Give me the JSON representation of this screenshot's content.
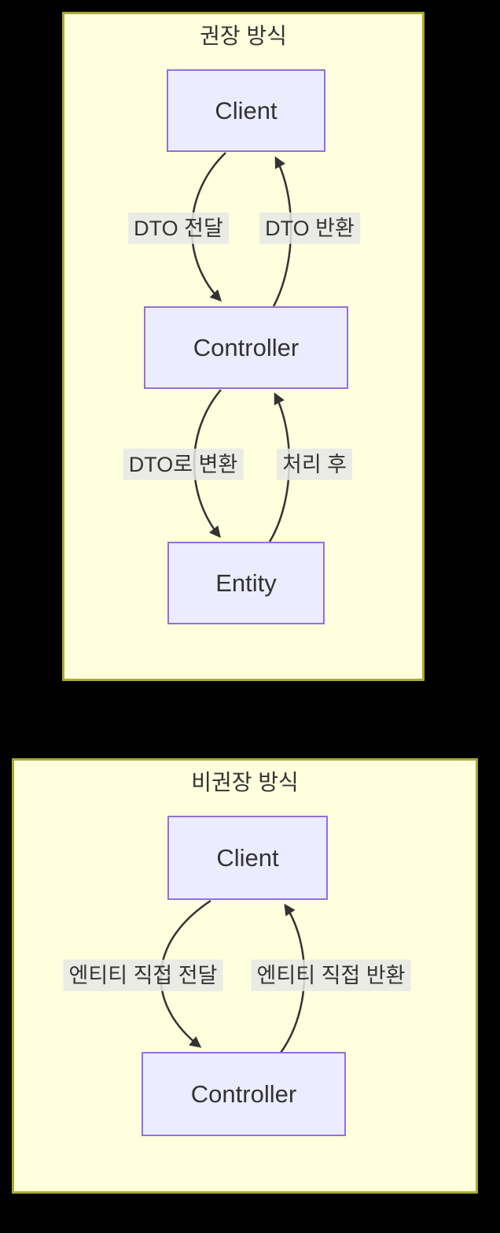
{
  "diagram": {
    "type": "flowchart",
    "colors": {
      "canvas_bg": "#000000",
      "cluster_fill": "#ffffde",
      "cluster_border": "#aaaa33",
      "node_fill": "#ececff",
      "node_border": "#9370db",
      "edge_line": "#333333",
      "edge_label_bg": "#e8e8e8",
      "text": "#333333"
    },
    "clusters": [
      {
        "title": "권장 방식",
        "nodes": [
          {
            "id": "client",
            "label": "Client"
          },
          {
            "id": "controller",
            "label": "Controller"
          },
          {
            "id": "entity",
            "label": "Entity"
          }
        ],
        "edges": [
          {
            "from": "Client",
            "to": "Controller",
            "label": "DTO 전달"
          },
          {
            "from": "Controller",
            "to": "Client",
            "label": "DTO 반환"
          },
          {
            "from": "Controller",
            "to": "Entity",
            "label": "DTO로 변환"
          },
          {
            "from": "Entity",
            "to": "Controller",
            "label": "처리 후"
          }
        ]
      },
      {
        "title": "비권장 방식",
        "nodes": [
          {
            "id": "client",
            "label": "Client"
          },
          {
            "id": "controller",
            "label": "Controller"
          }
        ],
        "edges": [
          {
            "from": "Client",
            "to": "Controller",
            "label": "엔티티 직접 전달"
          },
          {
            "from": "Controller",
            "to": "Client",
            "label": "엔티티 직접 반환"
          }
        ]
      }
    ]
  }
}
